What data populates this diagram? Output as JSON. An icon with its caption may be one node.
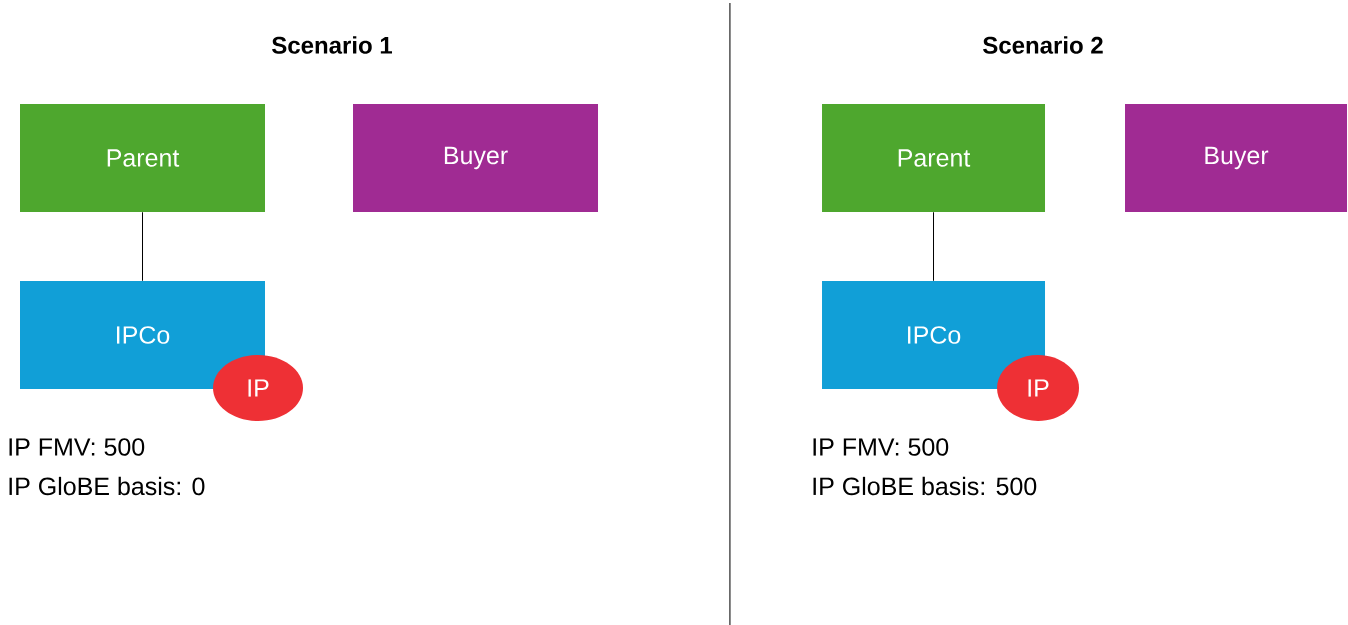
{
  "diagram": {
    "nodes": [
      {
        "text": [
          "Parent"
        ]
      },
      {
        "text": [
          "Buyer"
        ]
      },
      {
        "text": [
          "IPCo"
        ]
      },
      {
        "text": [
          "IP"
        ]
      },
      {
        "text": [
          "Parent"
        ]
      },
      {
        "text": [
          "Buyer"
        ]
      },
      {
        "text": [
          "IPCo"
        ]
      },
      {
        "text": [
          "IP"
        ]
      }
    ],
    "edges": [
      {
        "from": 0,
        "to": 2,
        "arrow": "none"
      },
      {
        "from": 4,
        "to": 6,
        "arrow": "none"
      }
    ],
    "labels": [
      "Scenario 1",
      "Scenario 2",
      "IP FMV: 500",
      "IP GloBE basis: 0",
      "IP FMV: 500",
      "IP GloBE basis: 500"
    ]
  }
}
